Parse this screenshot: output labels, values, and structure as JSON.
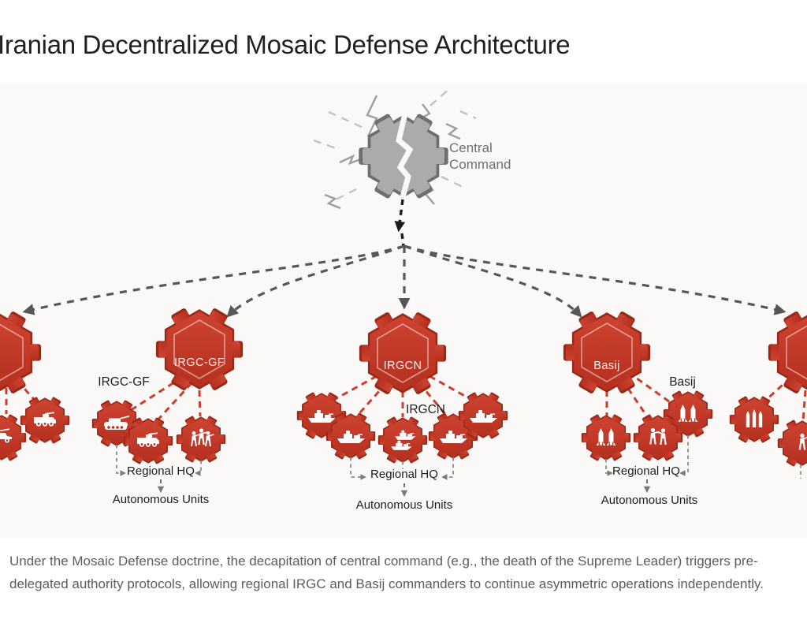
{
  "page": {
    "title": "Iranian Decentralized Mosaic Defense Architecture",
    "caption": "Under the Mosaic Defense doctrine, the decapitation of central command (e.g., the death of the Supreme Leader) triggers pre-delegated authority protocols, allowing regional IRGC and Basij commanders to continue asymmetric operations independently."
  },
  "diagram": {
    "central_command": {
      "line1": "Central",
      "line2": "Command",
      "icon": "broken-gear-icon"
    },
    "branches": {
      "west": {
        "units": [
          "gun-truck",
          "armored-vehicle"
        ]
      },
      "irgc_gf": {
        "node_label": "IRGC-GF",
        "callout_label": "IRGC-GF",
        "units": [
          "tank",
          "armored-vehicle",
          "infantry-squad"
        ],
        "regional_hq_label": "Regional HQ",
        "autonomous_units_label": "Autonomous Units"
      },
      "irgcn": {
        "node_label": "IRGCN",
        "callout_label": "IRGCN",
        "units": [
          "patrol-boat",
          "patrol-boat",
          "patrol-boat-pair",
          "patrol-boat",
          "patrol-boat"
        ],
        "regional_hq_label": "Regional HQ",
        "autonomous_units_label": "Autonomous Units"
      },
      "basij": {
        "node_label": "Basij",
        "callout_label": "Basij",
        "units": [
          "missile-pair",
          "militia-squad",
          "missile-pair"
        ],
        "regional_hq_label": "Regional HQ",
        "autonomous_units_label": "Autonomous Units"
      },
      "east": {
        "units": [
          "missile-trio",
          "rifleman"
        ]
      }
    },
    "colors": {
      "node_red": "#C43A2B",
      "node_red_edge": "#992817",
      "link_red": "#CE3D2B",
      "link_gray": "#575757",
      "central_gray": "#ABABAB",
      "label_dark": "#1D1D1D",
      "caption_gray": "#595D62"
    }
  }
}
